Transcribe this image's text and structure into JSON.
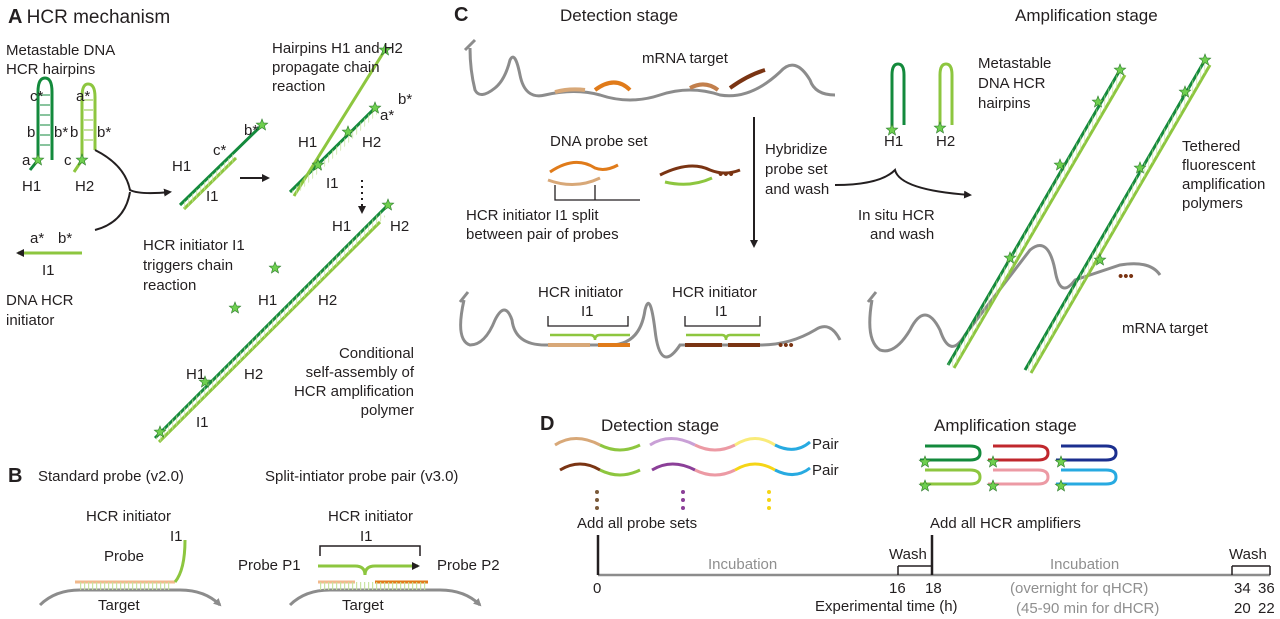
{
  "panel_a": {
    "letter": "A",
    "title": "HCR mechanism",
    "metastable_label": [
      "Metastable DNA",
      "HCR hairpins"
    ],
    "h1": "H1",
    "h2": "H2",
    "i1": "I1",
    "c_star": "c*",
    "b": "b",
    "b_star": "b*",
    "a": "a",
    "a_star": "a*",
    "c": "c",
    "initiator_label": [
      "DNA HCR",
      "initiator"
    ],
    "trigger_label": [
      "HCR initiator I1",
      "triggers chain",
      "reaction"
    ],
    "propagate_label": [
      "Hairpins H1 and H2",
      "propagate chain",
      "reaction"
    ],
    "conditional_label": [
      "Conditional",
      "self-assembly of",
      "HCR amplification",
      "polymer"
    ]
  },
  "panel_b": {
    "letter": "B",
    "standard_title": "Standard probe (v2.0)",
    "split_title": "Split-intiator probe pair (v3.0)",
    "hcr_initiator": "HCR initiator",
    "i1": "I1",
    "probe": "Probe",
    "target": "Target",
    "probe_p1": "Probe P1",
    "probe_p2": "Probe P2"
  },
  "panel_c": {
    "letter": "C",
    "detection_stage": "Detection stage",
    "amplification_stage": "Amplification stage",
    "mrna_target": "mRNA target",
    "dna_probe_set": "DNA probe set",
    "ellipsis": "•••",
    "split_label": [
      "HCR initiator I1 split",
      "between pair of probes"
    ],
    "hybridize_label": [
      "Hybridize",
      "probe set",
      "and wash"
    ],
    "hcr_initiator": "HCR initiator",
    "i1": "I1",
    "metastable_label": [
      "Metastable",
      "DNA HCR",
      "hairpins"
    ],
    "h1": "H1",
    "h2": "H2",
    "insitu_label": [
      "In situ HCR",
      "and wash"
    ],
    "tethered_label": [
      "Tethered",
      "fluorescent",
      "amplification",
      "polymers"
    ]
  },
  "panel_d": {
    "letter": "D",
    "detection_stage": "Detection stage",
    "amplification_stage": "Amplification stage",
    "pair": "Pair",
    "add_probes": "Add all probe sets",
    "add_amplifiers": "Add all HCR amplifiers",
    "incubation": "Incubation",
    "wash": "Wash",
    "overnight_note": "(overnight for qHCR)",
    "short_note": "(45-90 min for dHCR)",
    "axis_label": "Experimental time (h)",
    "ticks": [
      "0",
      "16",
      "18",
      "34",
      "36"
    ],
    "ticks_second": [
      "20",
      "22"
    ]
  },
  "colors": {
    "dark_green": "#138a3c",
    "light_green": "#8dc63f",
    "pale_green": "#c5e29a",
    "orange": "#e07b1a",
    "tan": "#d8a878",
    "brown": "#7a3413",
    "gray_strand": "#8c8c8c",
    "purple": "#8b3f98",
    "pink": "#ec9aa4",
    "yellow": "#f5d516",
    "cyan": "#27aae1",
    "red": "#c0272d",
    "navy": "#1b2f8f",
    "star": "#6fcf4f"
  }
}
